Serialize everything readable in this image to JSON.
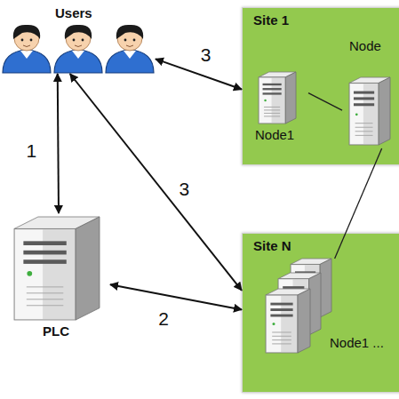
{
  "diagram": {
    "nodes": [
      {
        "text": [
          "Users"
        ]
      },
      {
        "text": [
          "Site 1"
        ]
      },
      {
        "text": [
          "Node1"
        ],
        "in": 1
      },
      {
        "text": [
          "Node"
        ],
        "in": 1
      },
      {
        "text": [
          "PLC"
        ]
      },
      {
        "text": [
          "Site N"
        ]
      },
      {
        "text": [
          "Node1 ..."
        ],
        "in": 5
      }
    ],
    "edges": [
      {
        "from": 0,
        "to": 4,
        "arrow": "both",
        "label": "1"
      },
      {
        "from": 4,
        "to": 5,
        "arrow": "both",
        "label": "2"
      },
      {
        "from": 0,
        "to": 1,
        "arrow": "both",
        "label": "3"
      },
      {
        "from": 0,
        "to": 5,
        "arrow": "both",
        "label": "3"
      },
      {
        "from": 2,
        "to": 3,
        "arrow": "none"
      },
      {
        "from": 3,
        "to": 6,
        "arrow": "none"
      }
    ]
  }
}
